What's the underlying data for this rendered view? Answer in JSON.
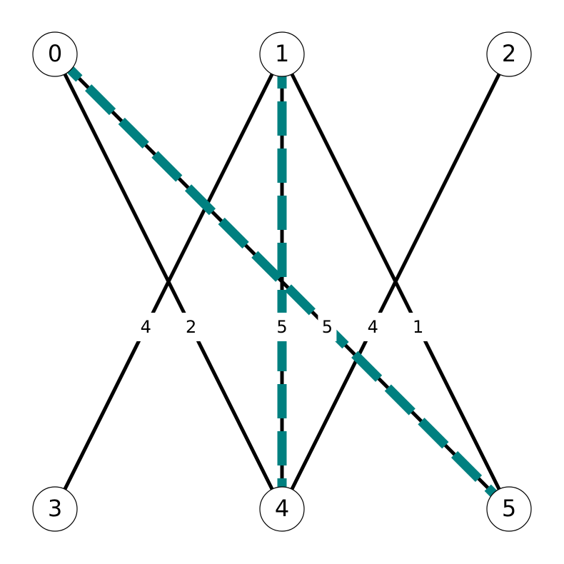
{
  "graph": {
    "type": "bipartite-graph",
    "colors": {
      "edge": "#000000",
      "highlight": "#008080",
      "node_fill": "#ffffff",
      "node_stroke": "#000000",
      "label_bg": "#ffffff",
      "text": "#000000"
    },
    "nodes": [
      {
        "id": "n0",
        "label": "0",
        "row": "top"
      },
      {
        "id": "n1",
        "label": "1",
        "row": "top"
      },
      {
        "id": "n2",
        "label": "2",
        "row": "top"
      },
      {
        "id": "n3",
        "label": "3",
        "row": "bottom"
      },
      {
        "id": "n4",
        "label": "4",
        "row": "bottom"
      },
      {
        "id": "n5",
        "label": "5",
        "row": "bottom"
      }
    ],
    "edges": [
      {
        "from": "n0",
        "to": "n4",
        "weight": "2",
        "highlighted": false
      },
      {
        "from": "n0",
        "to": "n5",
        "weight": "5",
        "highlighted": true
      },
      {
        "from": "n1",
        "to": "n3",
        "weight": "4",
        "highlighted": false
      },
      {
        "from": "n1",
        "to": "n4",
        "weight": "5",
        "highlighted": true
      },
      {
        "from": "n1",
        "to": "n5",
        "weight": "1",
        "highlighted": false
      },
      {
        "from": "n2",
        "to": "n4",
        "weight": "4",
        "highlighted": false
      }
    ]
  }
}
